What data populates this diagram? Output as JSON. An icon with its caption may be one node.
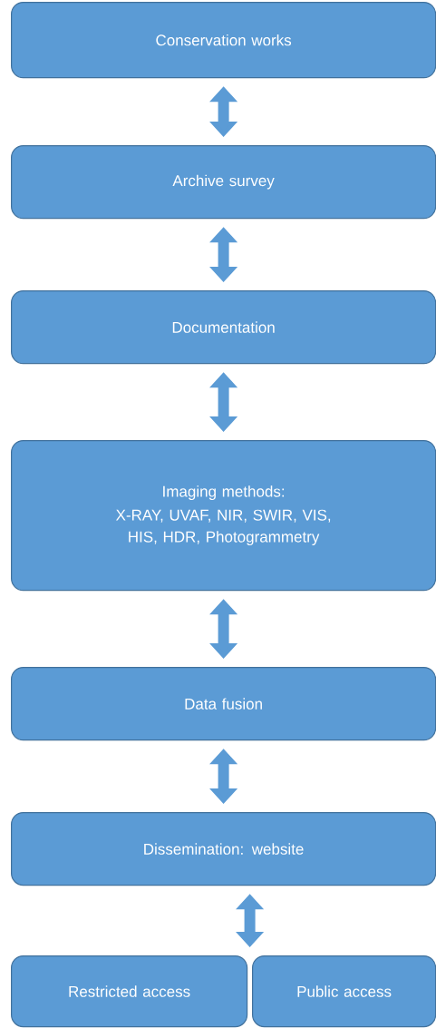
{
  "diagram": {
    "nodes": [
      {
        "text": [
          "Conservation works"
        ]
      },
      {
        "text": [
          "Archive survey"
        ]
      },
      {
        "text": [
          "Documentation"
        ]
      },
      {
        "text": [
          "Imaging methods:",
          "X-RAY, UVAF, NIR, SWIR, VIS, HIS, HDR, Photogrammetry"
        ]
      },
      {
        "text": [
          "Data fusion"
        ]
      },
      {
        "text": [
          "Dissemination: website"
        ]
      },
      {
        "text": [
          "Restricted access"
        ]
      },
      {
        "text": [
          "Public access"
        ]
      }
    ],
    "edges": [
      {
        "from": 0,
        "to": 1,
        "arrow": "both"
      },
      {
        "from": 1,
        "to": 2,
        "arrow": "both"
      },
      {
        "from": 2,
        "to": 3,
        "arrow": "both"
      },
      {
        "from": 3,
        "to": 4,
        "arrow": "both"
      },
      {
        "from": 4,
        "to": 5,
        "arrow": "both"
      },
      {
        "from": 5,
        "to": 6,
        "arrow": "both"
      },
      {
        "from": 5,
        "to": 7,
        "arrow": "both"
      }
    ]
  }
}
